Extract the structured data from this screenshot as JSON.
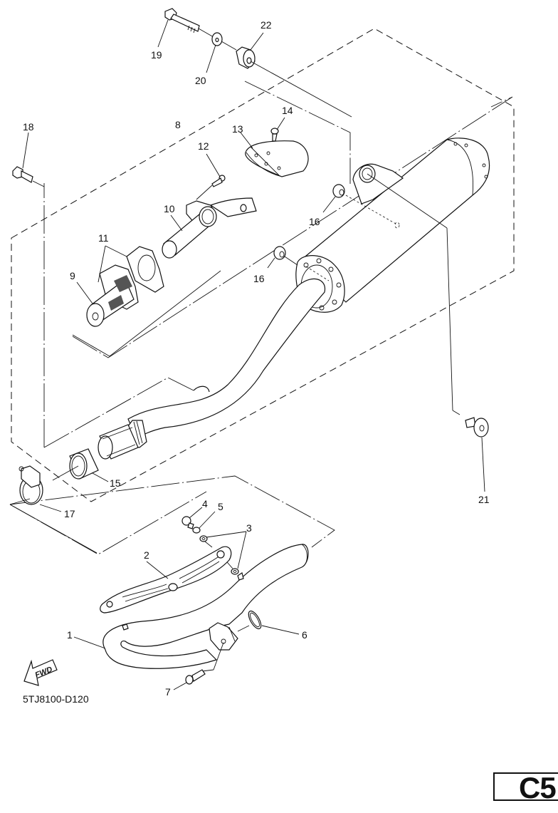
{
  "diagram": {
    "type": "exploded-parts-view",
    "subject": "exhaust system",
    "drawing_code": "5TJ8100-D120",
    "page_label": "C5",
    "direction_marker": "FWD",
    "callouts": [
      {
        "id": "1",
        "part": "exhaust-pipe"
      },
      {
        "id": "2",
        "part": "exhaust-pipe-protector"
      },
      {
        "id": "3",
        "part": "damper"
      },
      {
        "id": "4",
        "part": "bolt"
      },
      {
        "id": "5",
        "part": "washer"
      },
      {
        "id": "6",
        "part": "gasket"
      },
      {
        "id": "7",
        "part": "bolt"
      },
      {
        "id": "8",
        "part": "silencer-assembly"
      },
      {
        "id": "9",
        "part": "spark-arrester"
      },
      {
        "id": "10",
        "part": "inner-pipe"
      },
      {
        "id": "11",
        "part": "gasket"
      },
      {
        "id": "12",
        "part": "screw"
      },
      {
        "id": "13",
        "part": "silencer-end-cap"
      },
      {
        "id": "14",
        "part": "screw"
      },
      {
        "id": "15",
        "part": "joint-gasket"
      },
      {
        "id": "16",
        "part": "grommet"
      },
      {
        "id": "17",
        "part": "clamp"
      },
      {
        "id": "18",
        "part": "bolt"
      },
      {
        "id": "19",
        "part": "bolt"
      },
      {
        "id": "20",
        "part": "washer"
      },
      {
        "id": "21",
        "part": "collar"
      },
      {
        "id": "22",
        "part": "damper"
      }
    ]
  },
  "labels": {
    "c1": "1",
    "c2": "2",
    "c3": "3",
    "c4": "4",
    "c5": "5",
    "c6": "6",
    "c7": "7",
    "c8": "8",
    "c9": "9",
    "c10": "10",
    "c11": "11",
    "c12": "12",
    "c13": "13",
    "c14": "14",
    "c15": "15",
    "c16a": "16",
    "c16b": "16",
    "c17": "17",
    "c18": "18",
    "c19": "19",
    "c20": "20",
    "c21": "21",
    "c22": "22"
  }
}
